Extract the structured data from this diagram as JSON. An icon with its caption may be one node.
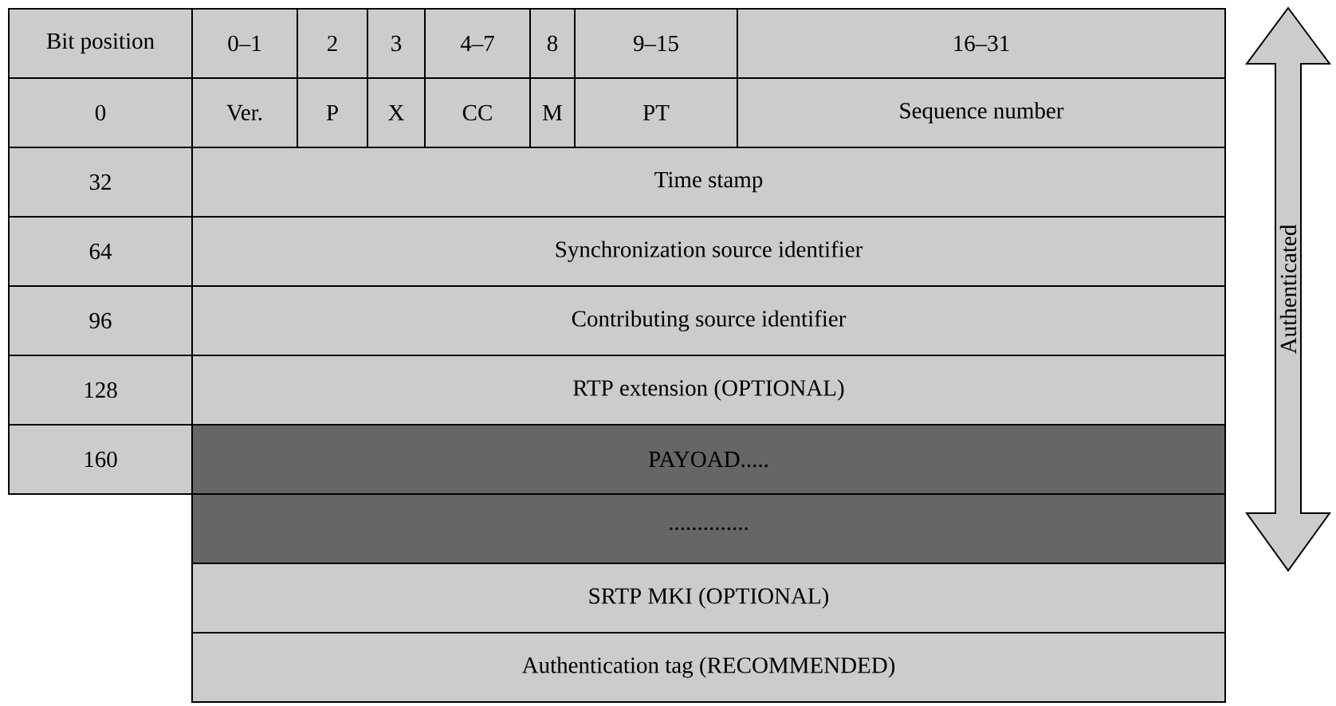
{
  "diagram": {
    "nodes": [
      {
        "text": [
          "Bit position"
        ]
      },
      {
        "text": [
          "0–1"
        ]
      },
      {
        "text": [
          "2"
        ]
      },
      {
        "text": [
          "3"
        ]
      },
      {
        "text": [
          "4–7"
        ]
      },
      {
        "text": [
          "8"
        ]
      },
      {
        "text": [
          "9–15"
        ]
      },
      {
        "text": [
          "16–31"
        ]
      },
      {
        "text": [
          "0"
        ]
      },
      {
        "text": [
          "Ver."
        ]
      },
      {
        "text": [
          "P"
        ]
      },
      {
        "text": [
          "X"
        ]
      },
      {
        "text": [
          "CC"
        ]
      },
      {
        "text": [
          "M"
        ]
      },
      {
        "text": [
          "PT"
        ]
      },
      {
        "text": [
          "Sequence number"
        ]
      },
      {
        "text": [
          "32"
        ]
      },
      {
        "text": [
          "Time stamp"
        ]
      },
      {
        "text": [
          "64"
        ]
      },
      {
        "text": [
          "Synchronization source identifier"
        ]
      },
      {
        "text": [
          "96"
        ]
      },
      {
        "text": [
          "Contributing source identifier"
        ]
      },
      {
        "text": [
          "128"
        ]
      },
      {
        "text": [
          "RTP extension (OPTIONAL)"
        ]
      },
      {
        "text": [
          "160"
        ]
      },
      {
        "text": [
          "PAYOAD....."
        ]
      },
      {
        "text": [
          ".............."
        ]
      },
      {
        "text": [
          "SRTP MKI (OPTIONAL)"
        ]
      },
      {
        "text": [
          "Authentication tag (RECOMMENDED)"
        ]
      },
      {
        "text": [
          "Authenticated"
        ]
      }
    ]
  }
}
